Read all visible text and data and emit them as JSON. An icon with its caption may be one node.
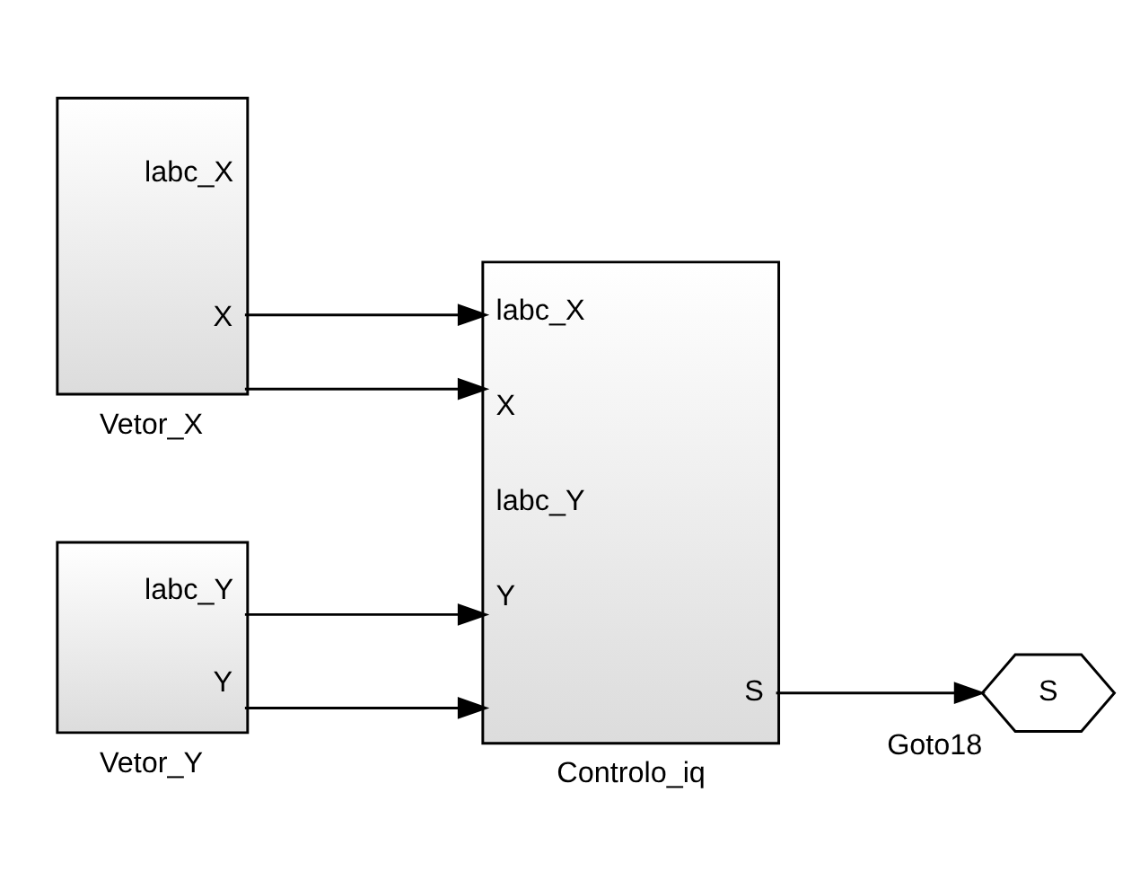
{
  "diagram": {
    "nodes": [
      {
        "text": [
          "labc_X",
          "X"
        ],
        "beside": [
          "Vetor_X"
        ]
      },
      {
        "text": [
          "labc_X",
          "X",
          "labc_Y",
          "Y",
          "S"
        ],
        "beside": [
          "Controlo_iq"
        ]
      },
      {
        "text": [
          "S"
        ],
        "beside": [
          "Goto18"
        ]
      },
      {
        "text": [
          "labc_Y",
          "Y"
        ],
        "beside": [
          "Vetor_Y"
        ]
      }
    ],
    "edges": [
      {
        "from": 0,
        "to": 1,
        "arrow": "to"
      },
      {
        "from": 0,
        "to": 1,
        "arrow": "to"
      },
      {
        "from": 3,
        "to": 1,
        "arrow": "to"
      },
      {
        "from": 3,
        "to": 1,
        "arrow": "to"
      },
      {
        "from": 1,
        "to": 2,
        "arrow": "to"
      }
    ]
  }
}
